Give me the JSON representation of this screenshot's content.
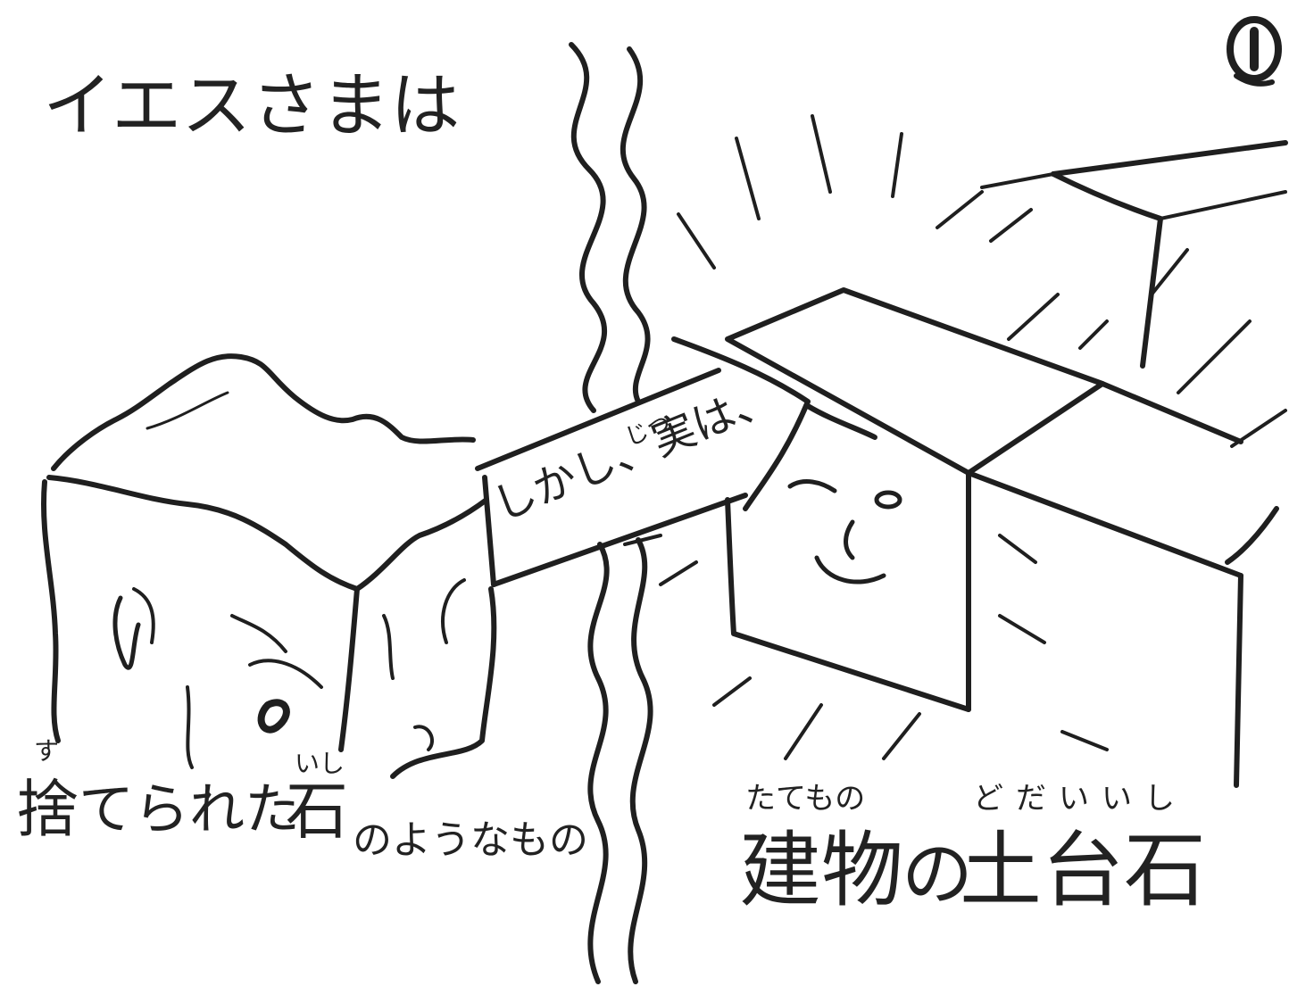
{
  "page_number": "①",
  "title": "イエスさまは",
  "arrow_label": {
    "text": "しかし、実は、",
    "ruby": "じつ"
  },
  "left_caption": {
    "word_1": "捨",
    "word_1_ruby": "す",
    "word_2": "てられた",
    "word_3": "石",
    "word_3_ruby": "いし",
    "tail": "のようなもの"
  },
  "right_caption": {
    "word_1": "建物",
    "word_1_ruby": "たてもの",
    "particle": "の",
    "word_2": "土台石",
    "word_2_ruby": "どだいいし"
  }
}
